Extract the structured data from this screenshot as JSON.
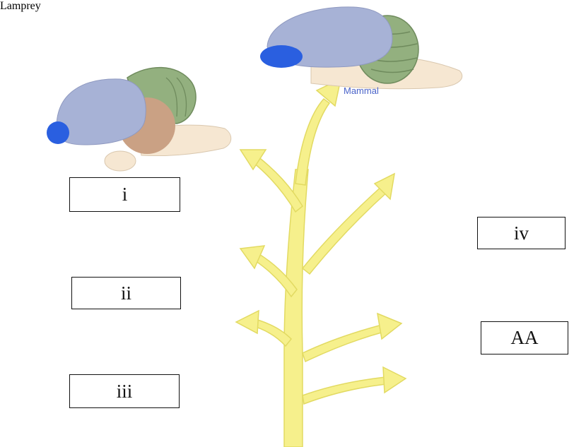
{
  "colors": {
    "olfactory": "#2a5fe0",
    "cerebrum": "#a7b2d6",
    "cerebellum": "#93b07f",
    "optic_tectum": "#caa184",
    "brainstem": "#f6e7d2",
    "tree": "#f6f08c"
  },
  "captions": {
    "mammal": "Mammal",
    "lamprey": "Lamprey"
  },
  "boxes": {
    "i": "i",
    "ii": "ii",
    "iii": "iii",
    "iv": "iv",
    "aa": "AA"
  }
}
